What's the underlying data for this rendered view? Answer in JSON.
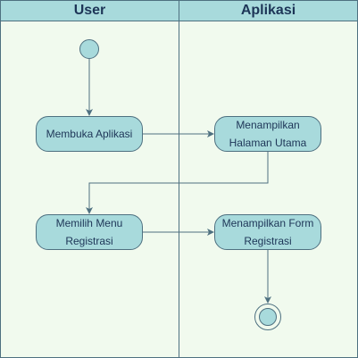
{
  "lanes": {
    "user_title": "User",
    "app_title": "Aplikasi"
  },
  "activities": {
    "open_app": "Membuka Aplikasi",
    "show_home": "Menampilkan Halaman Utama",
    "choose_register": "Memilih Menu Registrasi",
    "show_register_form": "Menampilkan Form Registrasi"
  },
  "colors": {
    "header_fill": "#a8dadc",
    "lane_fill": "#f1faee",
    "stroke": "#4e7080",
    "node_fill": "#a8dadc",
    "text": "#1d3557"
  }
}
